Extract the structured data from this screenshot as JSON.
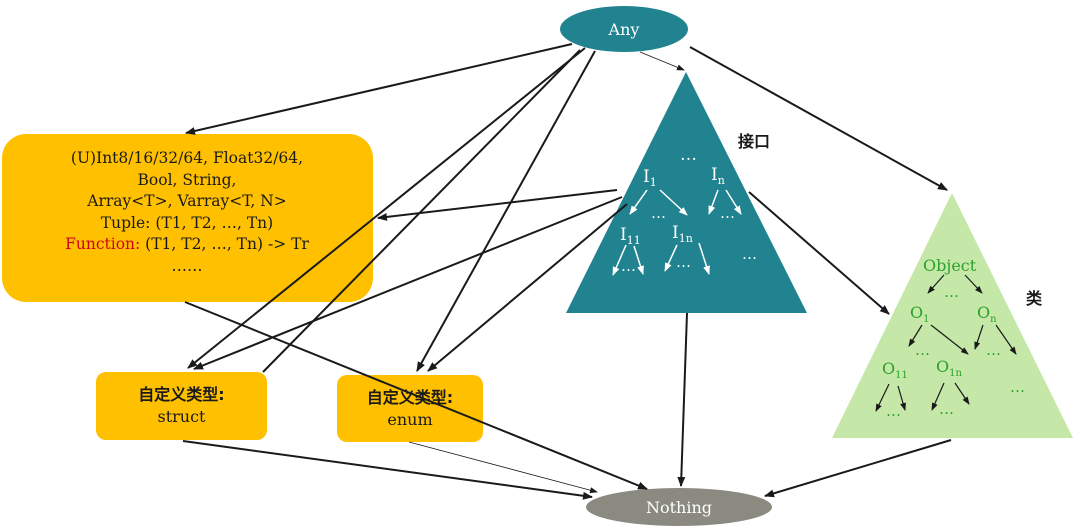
{
  "nodes": {
    "any": "Any",
    "nothing": "Nothing",
    "interface_label": "接口",
    "class_label": "类"
  },
  "builtin": {
    "line1": "(U)Int8/16/32/64, Float32/64,",
    "line2": "Bool, String,",
    "line3": "Array<T>, Varray<T, N>",
    "line4": "Tuple: (T1, T2, …, Tn)",
    "line5_prefix": "Function:",
    "line5_rest": " (T1, T2, …, Tn) -> Tr",
    "line6": "……"
  },
  "struct_box": {
    "title": "自定义类型:",
    "kind": "struct"
  },
  "enum_box": {
    "title": "自定义类型:",
    "kind": "enum"
  },
  "interface_tree": {
    "top_dots": "…",
    "i1": "I",
    "i1_sub": "1",
    "in": "I",
    "in_sub": "n",
    "dots": "…",
    "i11": "I",
    "i11_sub": "11",
    "i1n": "I",
    "i1n_sub": "1n"
  },
  "class_tree": {
    "root": "Object",
    "dots": "…",
    "o1": "O",
    "o1_sub": "1",
    "on": "O",
    "on_sub": "n",
    "o11": "O",
    "o11_sub": "11",
    "o1n": "O",
    "o1n_sub": "1n"
  },
  "colors": {
    "teal": "#20838f",
    "gold": "#ffc000",
    "green_fill": "#c5e8a8",
    "green_text": "#2ca02c",
    "gray": "#8a8a80",
    "red": "#d0021b"
  }
}
